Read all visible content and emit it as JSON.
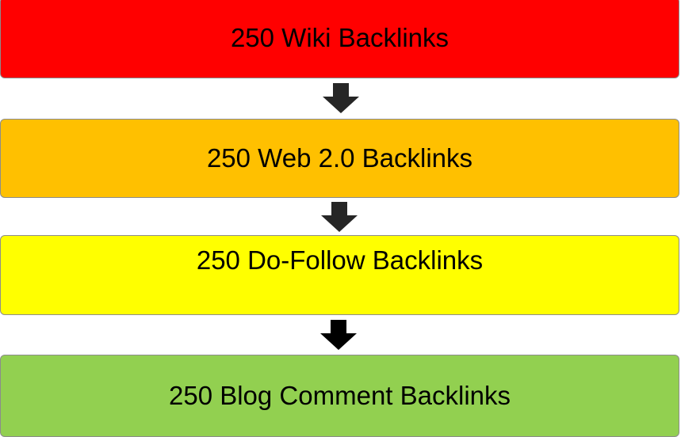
{
  "flow": {
    "steps": [
      {
        "label": "250 Wiki Backlinks",
        "color": "#ff0000"
      },
      {
        "label": "250 Web 2.0 Backlinks",
        "color": "#ffc000"
      },
      {
        "label": "250 Do-Follow Backlinks",
        "color": "#ffff00"
      },
      {
        "label": "250 Blog Comment Backlinks",
        "color": "#92d050"
      }
    ],
    "arrow_icon": "down-arrow-icon",
    "arrow_color": "#262626"
  }
}
